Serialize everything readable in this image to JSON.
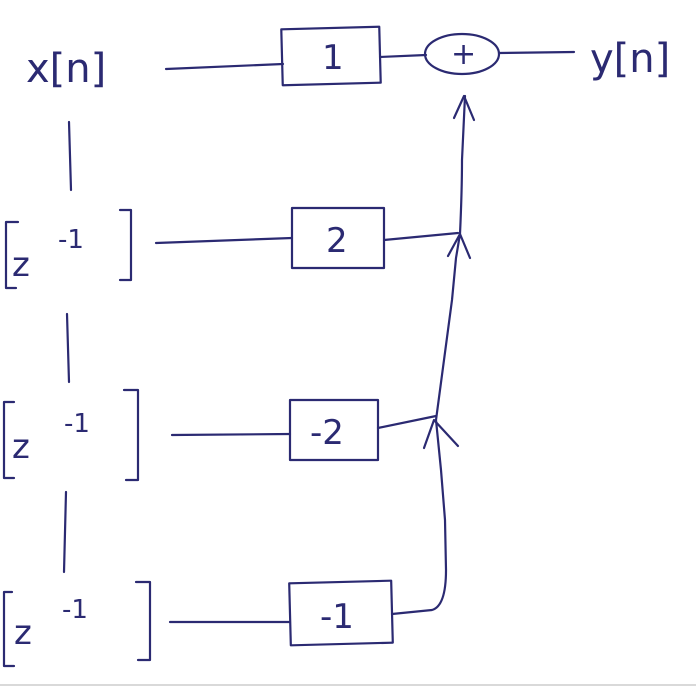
{
  "input_label": "x[n]",
  "output_label": "y[n]",
  "adder_symbol": "+",
  "delay": {
    "base": "z",
    "exponent": "-1"
  },
  "gains": [
    "1",
    "2",
    "-2",
    "-1"
  ]
}
